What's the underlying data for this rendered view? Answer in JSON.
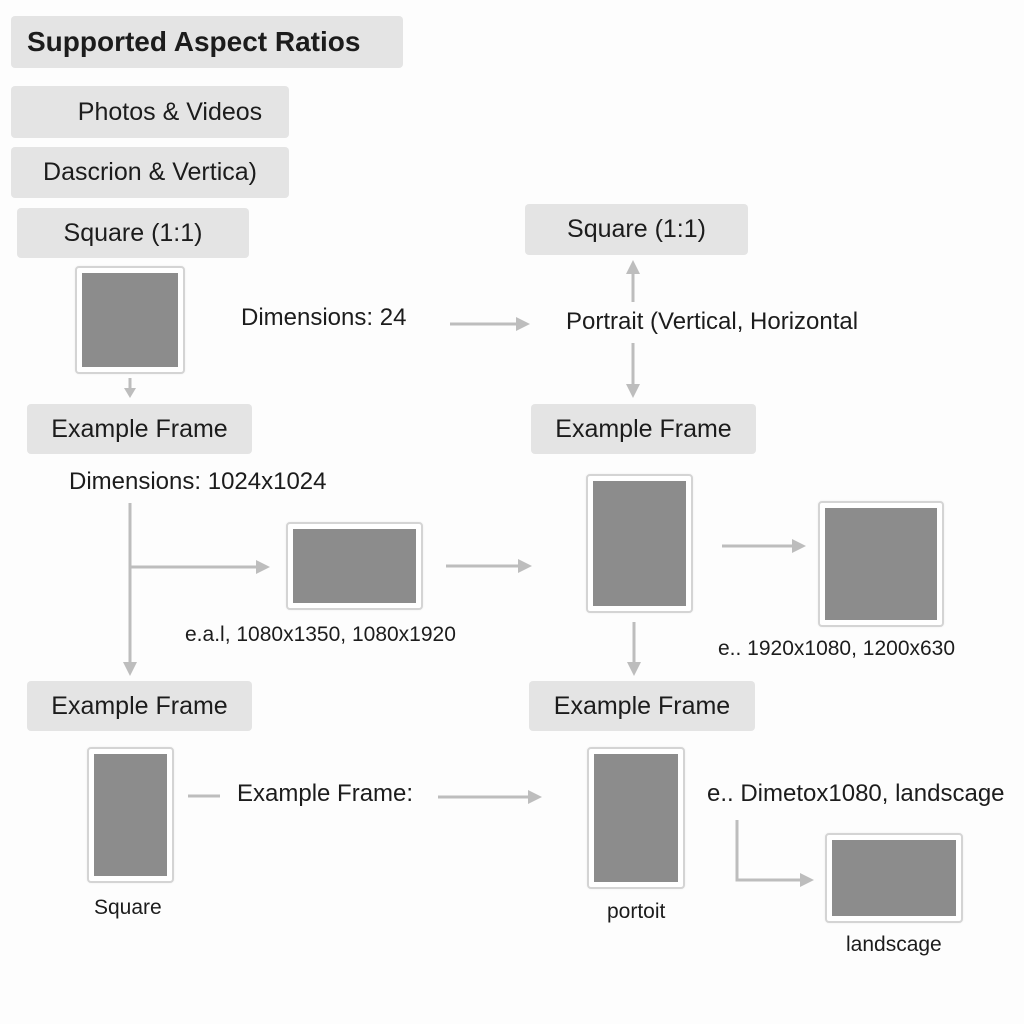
{
  "header": {
    "title": "Supported Aspect Ratios",
    "subtitle": "Photos & Videos",
    "subtitle2": "Dascrion & Vertica)"
  },
  "left": {
    "square_pill": "Square (1:1)",
    "dimensions_24": "Dimensions: 24",
    "example_frame_1": "Example Frame",
    "dimensions_1024": "Dimensions: 1024x1024",
    "examples_text": "e.a.l, 1080x1350, 1080x1920",
    "example_frame_2": "Example Frame",
    "example_frame_colon": "Example Frame:",
    "square_caption": "Square"
  },
  "right": {
    "square_pill": "Square (1:1)",
    "portrait_text": "Portrait (Vertical, Horizontal",
    "example_frame_1": "Example Frame",
    "examples_text": "e.. 1920x1080, 1200x630",
    "example_frame_2": "Example Frame",
    "dimetox_text": "e.. Dimetox1080,  landscage",
    "portoit_caption": "portoit",
    "landscage_caption": "landscage"
  },
  "colors": {
    "pill_background": "#e4e4e4",
    "frame_fill": "#8c8c8c",
    "frame_border": "#d4d4d4",
    "connector": "#bdbdbd"
  }
}
